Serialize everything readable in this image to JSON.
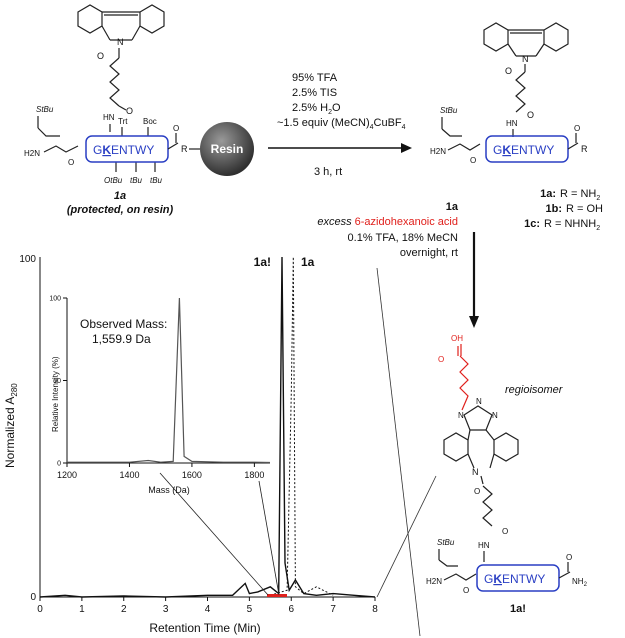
{
  "scheme": {
    "resin_label": "Resin",
    "protected": {
      "tags": {
        "stbu": "StBu",
        "trt": "Trt",
        "boc": "Boc",
        "otbu": "OtBu",
        "tbu": "tBu",
        "r": "R",
        "nh": "HN",
        "h2n": "H2N"
      },
      "peptide_pre": "G",
      "peptide_k": "K",
      "peptide_post": "ENTWY",
      "compound": "1a",
      "caption": "(protected, on resin)"
    },
    "reagents1": [
      "95% TFA",
      "2.5% TIS",
      "2.5% H",
      "~1.5 equiv (MeCN)",
      "CuBF",
      "3 h, rt"
    ],
    "product": {
      "r_list": [
        {
          "label": "1a:",
          "text": "R = NH"
        },
        {
          "label": "1b:",
          "text": "R = OH"
        },
        {
          "label": "1c:",
          "text": "R = NHNH"
        }
      ]
    },
    "reagents2": {
      "compound": "1a",
      "excess": "excess",
      "acid": "6-azidohexanoic acid",
      "solvent": "0.1% TFA, 18% MeCN",
      "time": "overnight, rt"
    },
    "regio": {
      "label": "regioisomer",
      "oh": "OH",
      "o": "O",
      "n": "N",
      "compound": "1a!"
    }
  },
  "chromatogram": {
    "ylabel": "Normalized A",
    "ylabel_sub": "280",
    "xlabel": "Retention Time (Min)",
    "ytick_top": "100",
    "ytick_bottom": "0",
    "xticks": [
      "0",
      "1",
      "2",
      "3",
      "4",
      "5",
      "6",
      "7",
      "8"
    ],
    "peak_labels": [
      "1a!",
      "1a"
    ]
  },
  "inset": {
    "observed_label": "Observed Mass:",
    "observed_value": "1,559.9 Da",
    "ylabel": "Relative Intensity (%)",
    "xlabel": "Mass (Da)",
    "yticks": [
      "100",
      "50",
      "0"
    ],
    "xticks": [
      "1200",
      "1400",
      "1600",
      "1800"
    ]
  },
  "chart_data": [
    {
      "type": "line",
      "xlabel": "Retention Time (Min)",
      "ylabel": "Normalized A280",
      "xlim": [
        0,
        8
      ],
      "ylim": [
        0,
        100
      ],
      "series": [
        {
          "name": "1a!",
          "x": [
            0,
            0.6,
            1.0,
            2.0,
            3.0,
            4.0,
            4.6,
            4.9,
            5.0,
            5.2,
            5.5,
            5.7,
            5.78,
            5.85,
            5.95,
            6.1,
            6.3,
            6.6,
            7.0,
            7.5,
            8.0
          ],
          "y": [
            0,
            0.5,
            0,
            0.3,
            0,
            0.5,
            0.5,
            4,
            1,
            1.5,
            3,
            1,
            100,
            10,
            2,
            5,
            1,
            0.5,
            1,
            0.5,
            0
          ]
        },
        {
          "name": "1a",
          "x": [
            5.5,
            5.9,
            6.0,
            6.05,
            6.1,
            6.3,
            6.6,
            7.0
          ],
          "y": [
            0.5,
            2,
            60,
            100,
            3,
            1,
            3,
            0.5
          ]
        }
      ]
    },
    {
      "type": "line",
      "xlabel": "Mass (Da)",
      "ylabel": "Relative Intensity (%)",
      "xlim": [
        1200,
        1850
      ],
      "ylim": [
        0,
        100
      ],
      "series": [
        {
          "name": "",
          "x": [
            1200,
            1300,
            1400,
            1460,
            1500,
            1540,
            1559.9,
            1575,
            1600,
            1700,
            1800,
            1850
          ],
          "y": [
            0.5,
            0.5,
            0.5,
            1.5,
            0.5,
            1,
            100,
            4,
            1,
            0.5,
            0.5,
            0.3
          ]
        }
      ]
    }
  ]
}
